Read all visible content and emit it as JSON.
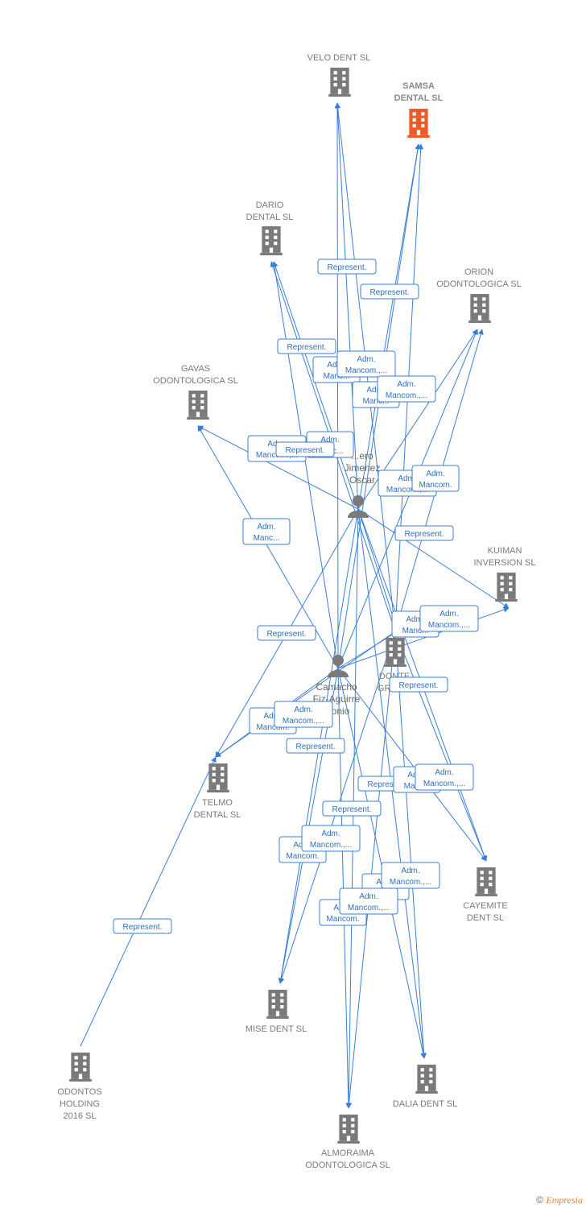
{
  "accent_color": "#3a7fd5",
  "highlight_color": "#f05a28",
  "node_color": "#7a7a7a",
  "companies": [
    {
      "id": "velo",
      "lines": [
        "VELO DENT SL"
      ]
    },
    {
      "id": "samsa",
      "lines": [
        "SAMSA",
        "DENTAL  SL"
      ],
      "highlight": true
    },
    {
      "id": "dario",
      "lines": [
        "DARIO",
        "DENTAL SL"
      ]
    },
    {
      "id": "orion",
      "lines": [
        "ORION",
        "ODONTOLOGICA SL"
      ]
    },
    {
      "id": "gavas",
      "lines": [
        "GAVAS",
        "ODONTOLOGICA SL"
      ]
    },
    {
      "id": "kuiman",
      "lines": [
        "KUIMAN",
        "INVERSION SL"
      ]
    },
    {
      "id": "donte",
      "lines": [
        "DONTE",
        "GROU..."
      ]
    },
    {
      "id": "telmo",
      "lines": [
        "TELMO",
        "DENTAL SL"
      ]
    },
    {
      "id": "cayemite",
      "lines": [
        "CAYEMITE",
        "DENT SL"
      ]
    },
    {
      "id": "mise",
      "lines": [
        "MISE DENT SL"
      ]
    },
    {
      "id": "dalia",
      "lines": [
        "DALIA DENT SL"
      ]
    },
    {
      "id": "odontos",
      "lines": [
        "ODONTOS",
        "HOLDING",
        "2016  SL"
      ]
    },
    {
      "id": "almoraima",
      "lines": [
        "ALMORAIMA",
        "ODONTOLOGICA SL"
      ]
    }
  ],
  "persons": [
    {
      "id": "oscar",
      "lines": [
        "...ero",
        "Jimenez",
        "Oscar"
      ]
    },
    {
      "id": "camacho",
      "lines": [
        "Camacho",
        "Fiz-Aguirre",
        "...onio"
      ]
    }
  ],
  "edge_labels": [
    {
      "lines": [
        "Represent."
      ]
    },
    {
      "lines": [
        "Represent."
      ]
    },
    {
      "lines": [
        "Represent."
      ]
    },
    {
      "lines": [
        "Adm.",
        "Manc..."
      ]
    },
    {
      "lines": [
        "Adm.",
        "Mancom.,..."
      ]
    },
    {
      "lines": [
        "Represent."
      ]
    },
    {
      "lines": [
        "Adm.",
        "Manc..."
      ]
    },
    {
      "lines": [
        "Adm.",
        "Mancom.,..."
      ]
    },
    {
      "lines": [
        "Adm.",
        "Manc..."
      ]
    },
    {
      "lines": [
        "Adm.",
        "Mancom.,..."
      ]
    },
    {
      "lines": [
        "Represent."
      ]
    },
    {
      "lines": [
        "Adm.",
        "Manc..."
      ]
    },
    {
      "lines": [
        "Adm.",
        "Mancom.,..."
      ]
    },
    {
      "lines": [
        "Adm.",
        "Mancom."
      ]
    },
    {
      "lines": [
        "Represent."
      ]
    },
    {
      "lines": [
        "Adm.",
        "Manc..."
      ]
    },
    {
      "lines": [
        "Adm.",
        "Mancom.,..."
      ]
    },
    {
      "lines": [
        "Represent."
      ]
    },
    {
      "lines": [
        "Represent."
      ]
    },
    {
      "lines": [
        "Adm.",
        "Mancom."
      ]
    },
    {
      "lines": [
        "Adm.",
        "Mancom.,..."
      ]
    },
    {
      "lines": [
        "Represent."
      ]
    },
    {
      "lines": [
        "Represent."
      ]
    },
    {
      "lines": [
        "Adm.",
        "Manc..."
      ]
    },
    {
      "lines": [
        "Adm.",
        "Mancom.,..."
      ]
    },
    {
      "lines": [
        "Represent."
      ]
    },
    {
      "lines": [
        "Adm.",
        "Mancom."
      ]
    },
    {
      "lines": [
        "Adm.",
        "Mancom.,..."
      ]
    },
    {
      "lines": [
        "Adm.",
        "Manc..."
      ]
    },
    {
      "lines": [
        "Adm.",
        "Mancom.,..."
      ]
    },
    {
      "lines": [
        "Adm.",
        "Mancom."
      ]
    },
    {
      "lines": [
        "Adm.",
        "Mancom.,..."
      ]
    },
    {
      "lines": [
        "Represent."
      ]
    }
  ],
  "footer": {
    "copyright_symbol": "©",
    "brand": "Empresia"
  }
}
